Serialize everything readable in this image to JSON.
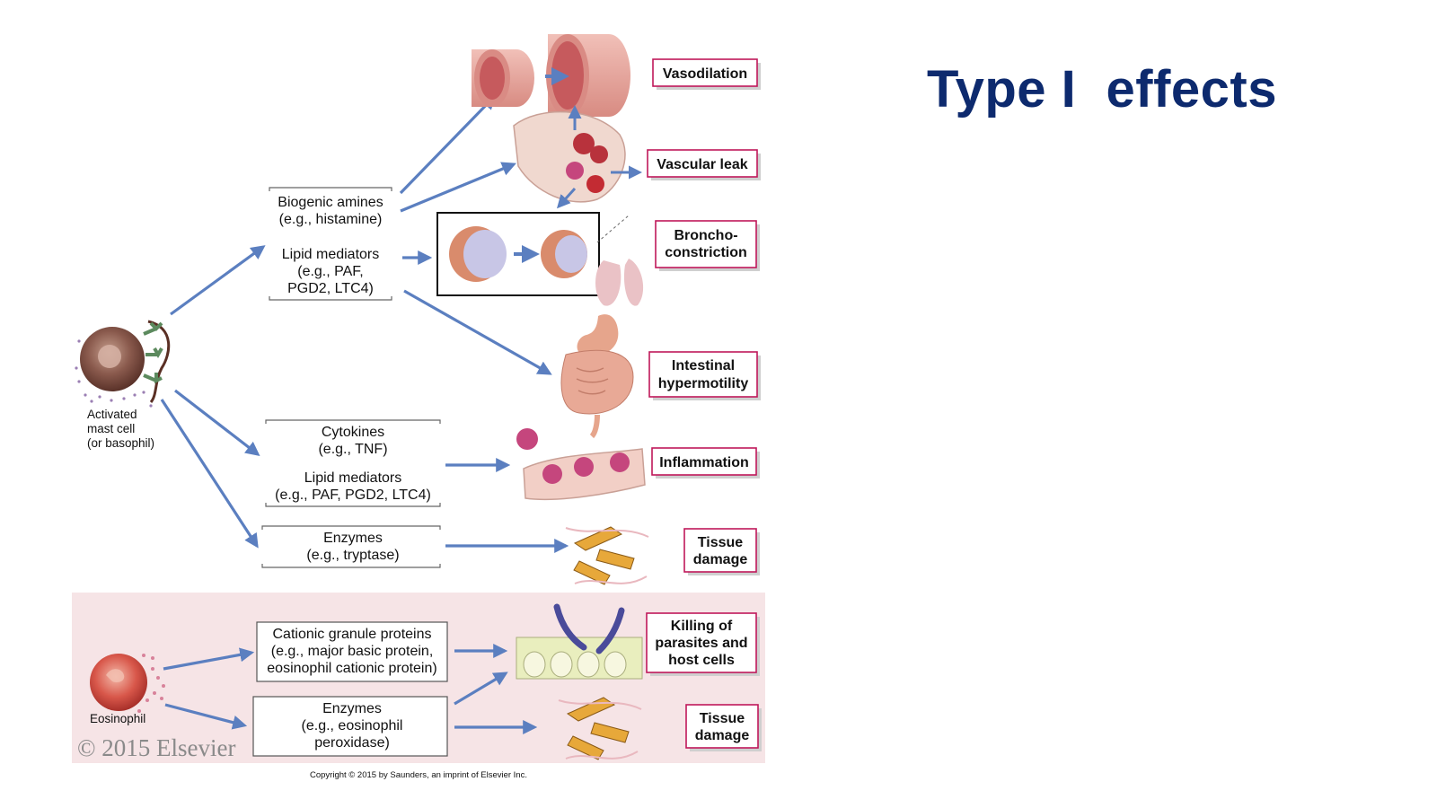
{
  "slide": {
    "title": "Type I  effects"
  },
  "cells": {
    "mast_cell_lines": [
      "Activated",
      "mast cell",
      "(or basophil)"
    ],
    "eosinophil": "Eosinophil"
  },
  "mediators": {
    "biogenic_amines": [
      "Biogenic amines",
      "(e.g., histamine)"
    ],
    "lipid_mediators_1": [
      "Lipid mediators",
      "(e.g., PAF,",
      "PGD2, LTC4)"
    ],
    "cytokines": [
      "Cytokines",
      "(e.g., TNF)"
    ],
    "lipid_mediators_2": [
      "Lipid mediators",
      "(e.g., PAF, PGD2, LTC4)"
    ],
    "enzymes": [
      "Enzymes",
      "(e.g., tryptase)"
    ],
    "cationic_granule": [
      "Cationic granule proteins",
      "(e.g., major basic protein,",
      "eosinophil cationic protein)"
    ],
    "eos_enzymes": [
      "Enzymes",
      "(e.g., eosinophil",
      "peroxidase)"
    ]
  },
  "effects": {
    "vasodilation": [
      "Vasodilation"
    ],
    "vascular_leak": [
      "Vascular leak"
    ],
    "bronchoconstriction": [
      "Broncho-",
      "constriction"
    ],
    "intestinal": [
      "Intestinal",
      "hypermotility"
    ],
    "inflammation": [
      "Inflammation"
    ],
    "tissue_damage_1": [
      "Tissue",
      "damage"
    ],
    "killing": [
      "Killing of",
      "parasites and",
      "host cells"
    ],
    "tissue_damage_2": [
      "Tissue",
      "damage"
    ]
  },
  "watermark": "© 2015 Elsevier",
  "copyright": "Copyright © 2015 by Saunders, an imprint of Elsevier Inc.",
  "colors": {
    "title": "#0d2a6e",
    "arrow": "#5b7fc0",
    "effect_border": "#c0185a",
    "eos_panel": "#f6e4e6"
  }
}
